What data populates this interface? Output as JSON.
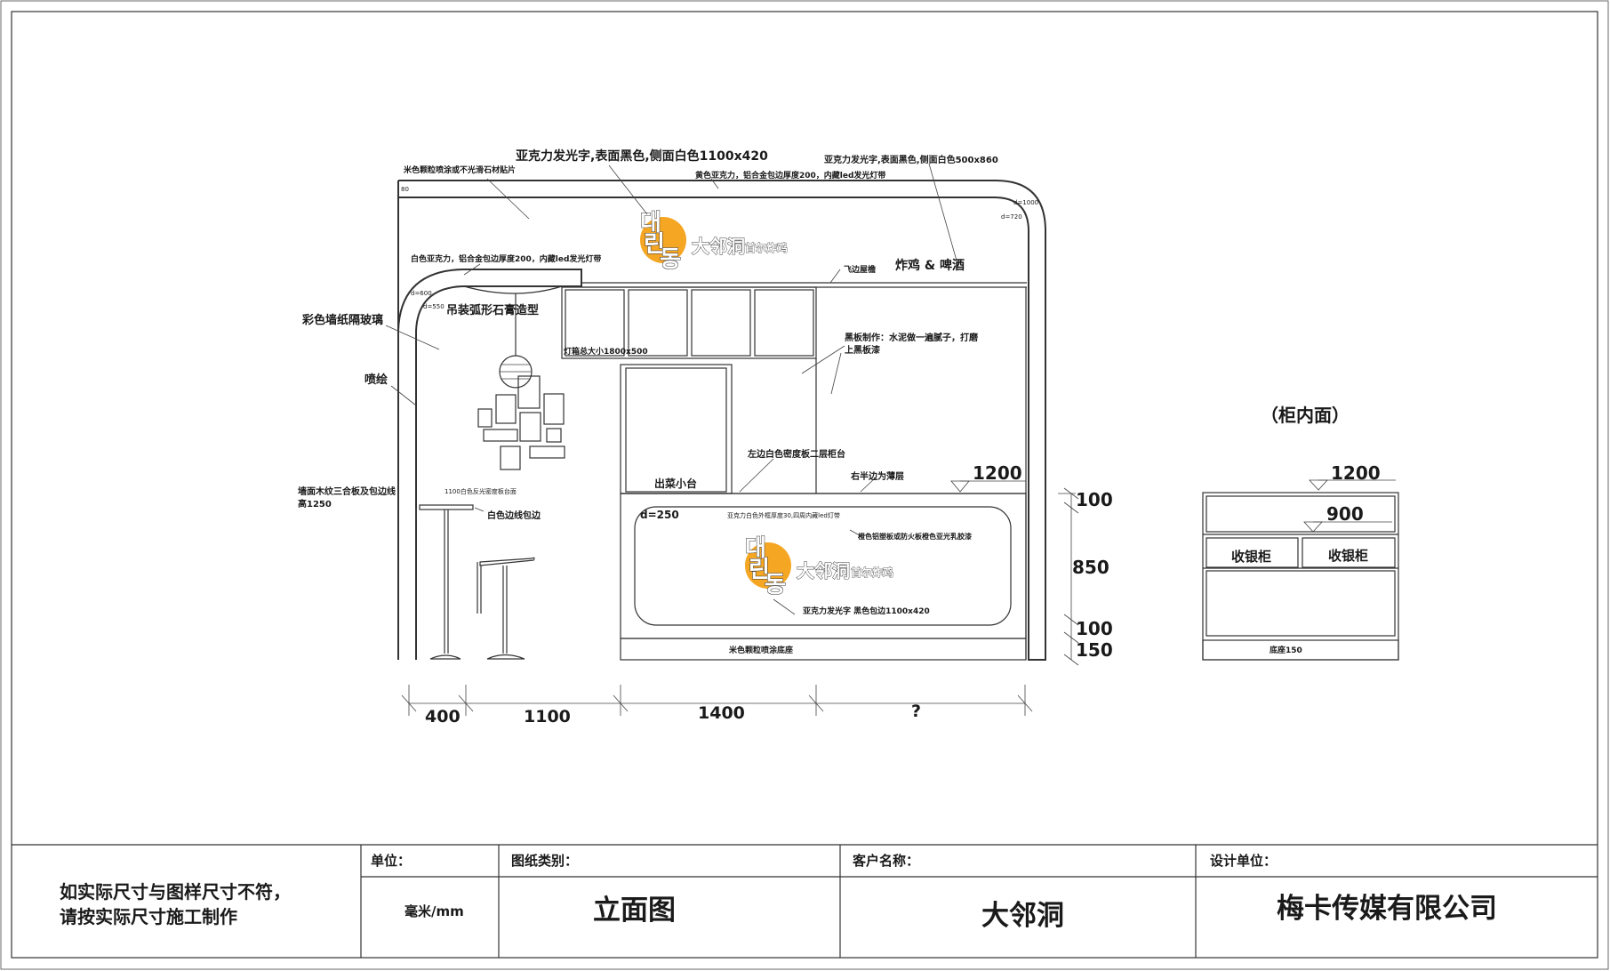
{
  "colors": {
    "line": "#333333",
    "logo_circle": "#f5a623",
    "background": "#ffffff"
  },
  "drawing": {
    "labels": {
      "acrylic_main": "亚克力发光字,表面黑色,侧面白色1100x420",
      "acrylic_right": "亚克力发光字,表面黑色,侧面白色500x860",
      "beige_spray_stone": "米色颗粒喷涂或不光滑石材贴片",
      "yellow_acrylic": "黄色亚克力，铝合金包边厚度200，内藏led发光灯带",
      "white_acrylic": "白色亚克力，铝合金包边厚度200，内藏led发光灯带",
      "wallpaper_glass": "彩色墙纸隔玻璃",
      "gypsum": "吊装弧形石膏造型",
      "spray_paint": "喷绘",
      "lightbox": "灯箱总大小1800x500",
      "eaves": "飞边屋檐",
      "chicken_beer": "炸鸡 & 啤酒",
      "blackboard_1": "黑板制作：水泥做一遍腻子，打磨",
      "blackboard_2": "上黑板漆",
      "left_counter": "左边白色密度板二层柜台",
      "serving_table": "出菜小台",
      "right_half": "右半边为薄层",
      "wall_wood_1": "墙面木纹三合板及包边线",
      "wall_wood_2": "高1250",
      "table_top": "1100白色反光密度板台面",
      "white_edge": "白色边线包边",
      "d250": "d=250",
      "acrylic_frame": "亚克力白色外框厚度30,四周内藏led灯带",
      "orange_panel": "橙色铝塑板或防火板橙色亚光乳胶漆",
      "acrylic_black_edge": "亚克力发光字 黑色包边1100x420",
      "base_spray": "米色颗粒喷涂底座",
      "cabinet_inner": "（柜内面）",
      "cashier_1": "收银柜",
      "cashier_2": "收银柜",
      "base150": "底座150",
      "small_80": "80",
      "small_d600": "d=600",
      "small_d550": "d=550",
      "small_d1000": "d=1000",
      "small_d720": "d=720"
    },
    "logo": {
      "name": "大邻洞",
      "sub": "首尔炸鸡",
      "korean": [
        "대",
        "린",
        "동"
      ]
    },
    "dims": {
      "d1200": "1200",
      "d100a": "100",
      "d850": "850",
      "d100b": "100",
      "d150": "150",
      "d400": "400",
      "d1100": "1100",
      "d1400": "1400",
      "dq": "?",
      "c1200": "1200",
      "c900": "900"
    }
  },
  "title_block": {
    "note_1": "如实际尺寸与图样尺寸不符，",
    "note_2": "请按实际尺寸施工制作",
    "unit_label": "单位：",
    "unit_value": "毫米/mm",
    "category_label": "图纸类别：",
    "category_value": "立面图",
    "client_label": "客户名称：",
    "client_value": "大邻洞",
    "designer_label": "设计单位：",
    "designer_value": "梅卡传媒有限公司"
  }
}
